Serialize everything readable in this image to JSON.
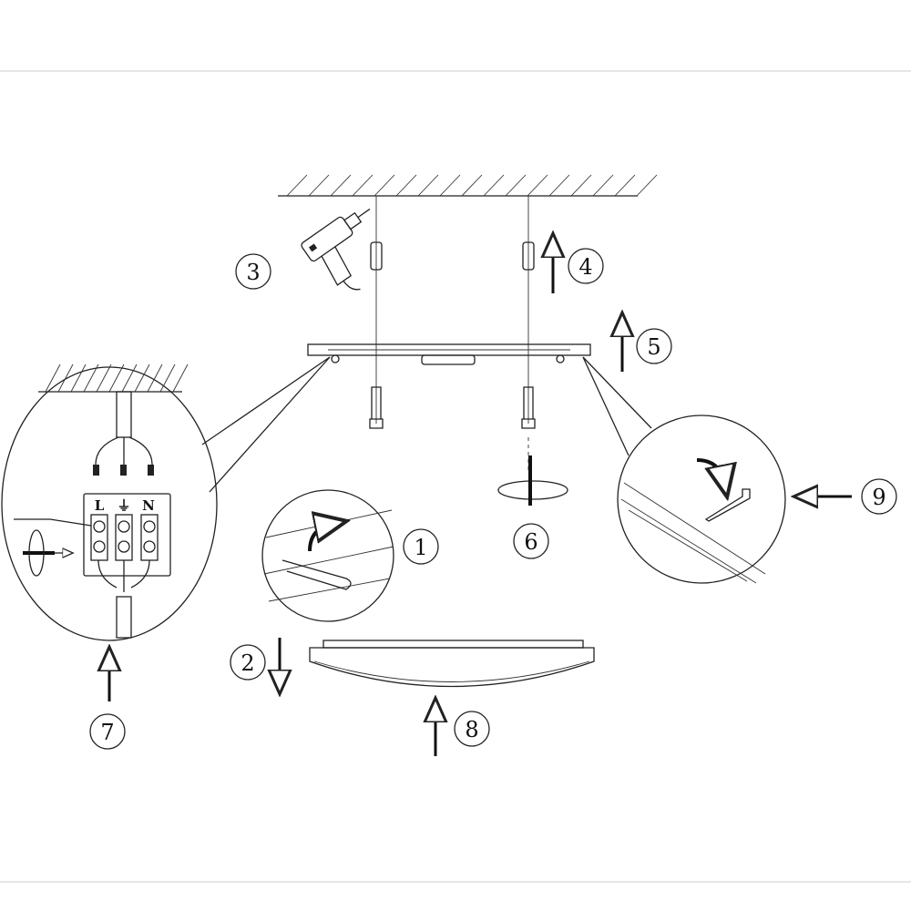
{
  "steps": {
    "s1": "1",
    "s2": "2",
    "s3": "3",
    "s4": "4",
    "s5": "5",
    "s6": "6",
    "s7": "7",
    "s8": "8",
    "s9": "9"
  },
  "terminal": {
    "live": "L",
    "earth": "⏚",
    "neutral": "N"
  },
  "colors": {
    "line": "#222222",
    "frame": "#cccccc"
  }
}
